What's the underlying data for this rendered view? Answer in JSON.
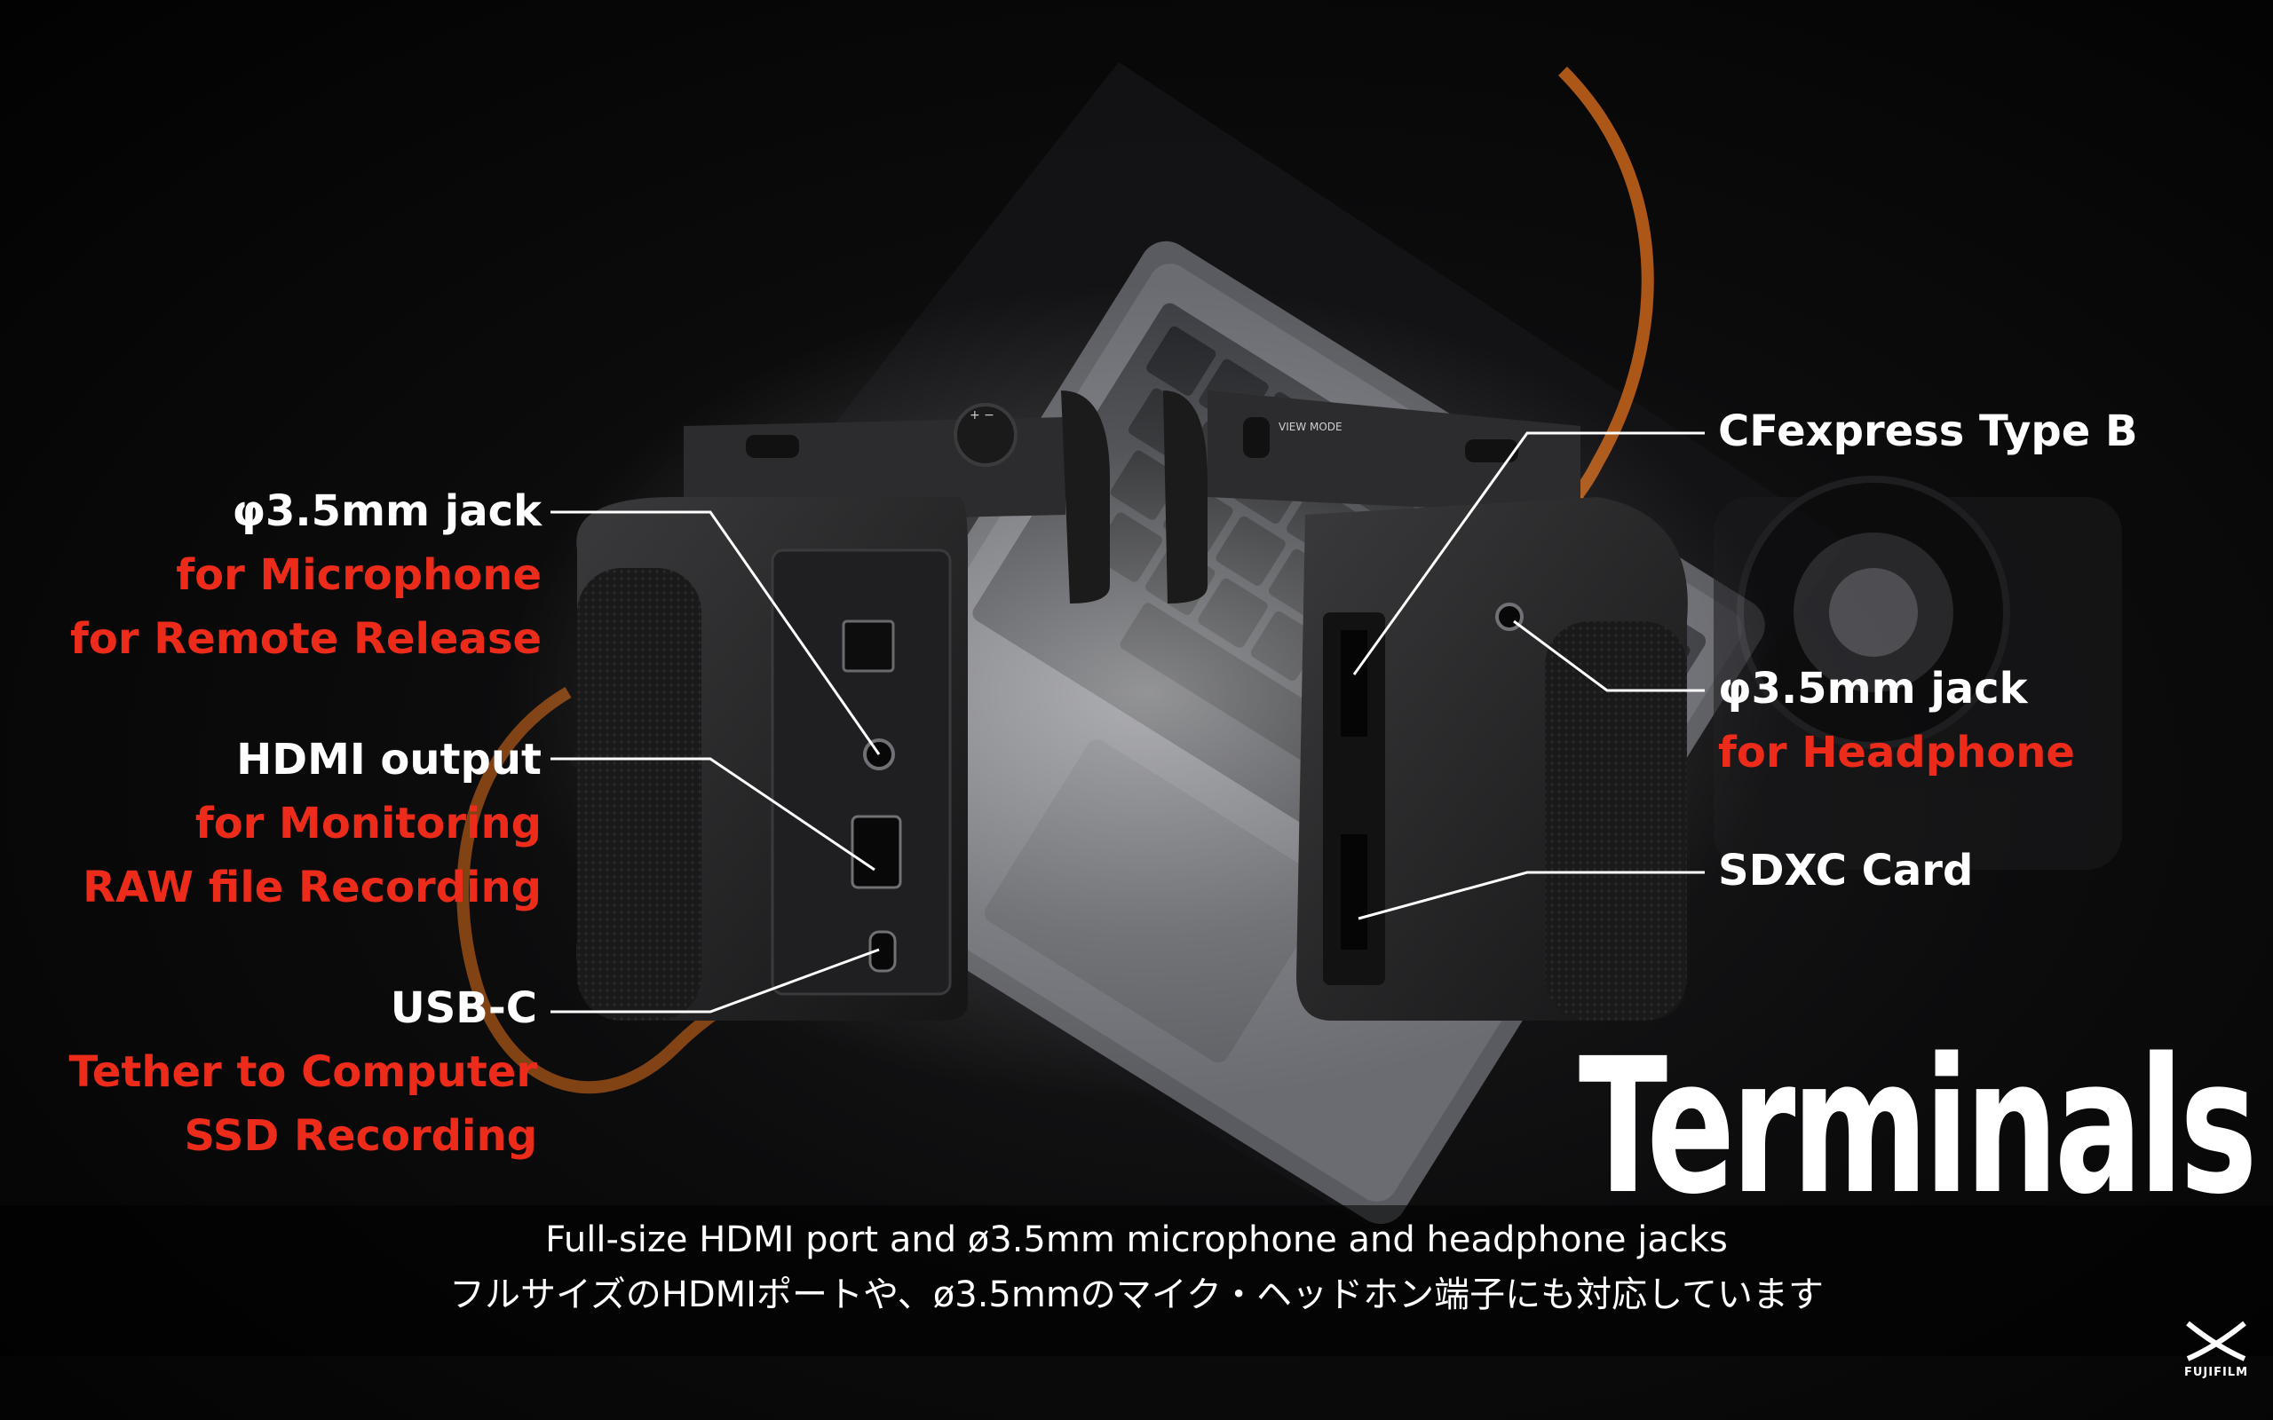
{
  "left_labels": [
    {
      "head": "φ3.5mm jack",
      "lines": [
        "for Microphone",
        "for Remote Release"
      ]
    },
    {
      "head": "HDMI output",
      "lines": [
        "for Monitoring",
        "RAW file Recording"
      ]
    },
    {
      "head": "USB-C",
      "lines": [
        "Tether to Computer",
        "SSD Recording"
      ]
    }
  ],
  "right_labels": [
    {
      "head": "CFexpress Type B",
      "lines": []
    },
    {
      "head": "φ3.5mm jack",
      "lines": [
        "for Headphone"
      ]
    },
    {
      "head": "SDXC Card",
      "lines": []
    }
  ],
  "camera_button_text": "VIEW MODE",
  "dial_marks": "+ −",
  "title": "Terminals",
  "subtitle": {
    "en": "Full-size HDMI port and ø3.5mm microphone and headphone jacks",
    "ja": "フルサイズのHDMIポートや、ø3.5mmのマイク・ヘッドホン端子にも対応しています"
  },
  "brand": "FUJIFILM",
  "colors": {
    "accent_red": "#ec2b1a",
    "label_white": "#ffffff",
    "cable_orange": "#d06a1c"
  }
}
